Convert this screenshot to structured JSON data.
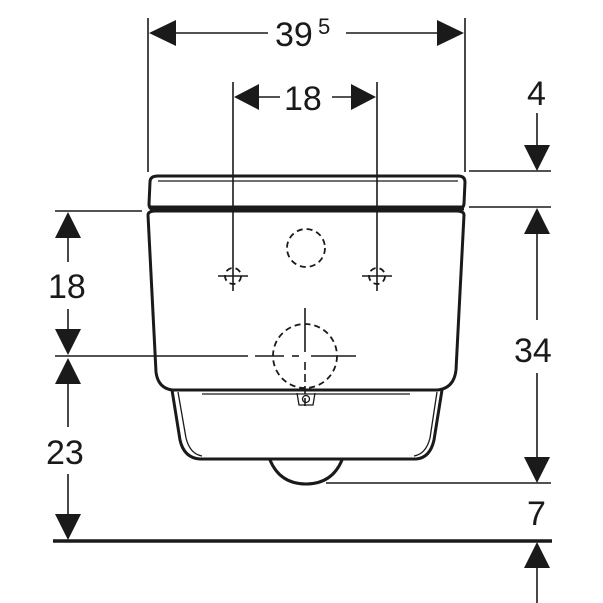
{
  "diagram": {
    "type": "technical-dimension-drawing",
    "subject": "wall-hung toilet front view",
    "colors": {
      "line": "#1a1a1a",
      "background": "#ffffff"
    },
    "dimensions": {
      "overall_width": {
        "main": "39",
        "superscript": "5"
      },
      "mounting_hole_spacing": "18",
      "lid_to_top_offset": "4",
      "body_height": "34",
      "bottom_clearance": "7",
      "outlet_height_above_center": "18",
      "outlet_center_height": "23"
    }
  }
}
